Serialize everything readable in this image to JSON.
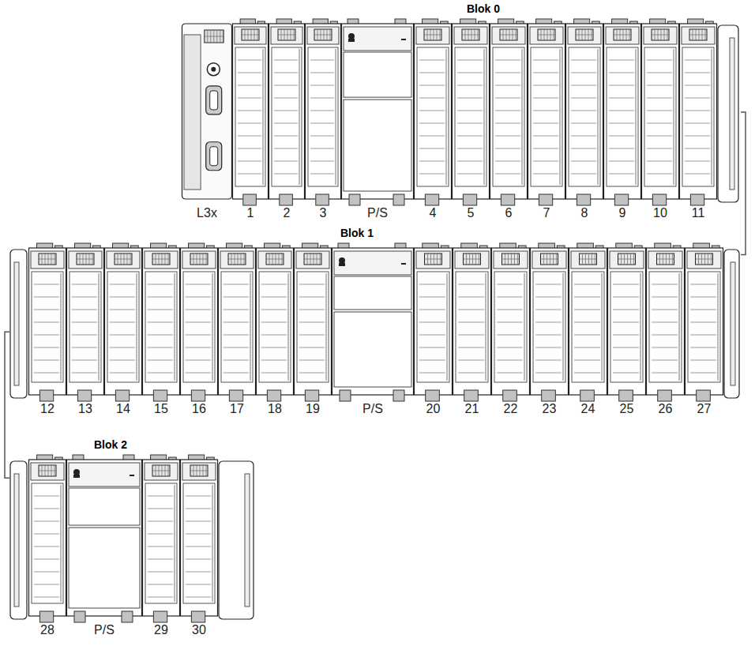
{
  "diagram": {
    "nodes": [
      {
        "text": [
          "Blok 0"
        ]
      },
      {
        "text": [
          "L3x"
        ],
        "in": 0
      },
      {
        "text": [
          "1"
        ],
        "in": 0
      },
      {
        "text": [
          "2"
        ],
        "in": 0
      },
      {
        "text": [
          "3"
        ],
        "in": 0
      },
      {
        "text": [
          "P/S"
        ],
        "in": 0
      },
      {
        "text": [
          "4"
        ],
        "in": 0
      },
      {
        "text": [
          "5"
        ],
        "in": 0
      },
      {
        "text": [
          "6"
        ],
        "in": 0
      },
      {
        "text": [
          "7"
        ],
        "in": 0
      },
      {
        "text": [
          "8"
        ],
        "in": 0
      },
      {
        "text": [
          "9"
        ],
        "in": 0
      },
      {
        "text": [
          "10"
        ],
        "in": 0
      },
      {
        "text": [
          "11"
        ],
        "in": 0
      },
      {
        "text": [
          "Blok 1"
        ]
      },
      {
        "text": [
          "12"
        ],
        "in": 14
      },
      {
        "text": [
          "13"
        ],
        "in": 14
      },
      {
        "text": [
          "14"
        ],
        "in": 14
      },
      {
        "text": [
          "15"
        ],
        "in": 14
      },
      {
        "text": [
          "16"
        ],
        "in": 14
      },
      {
        "text": [
          "17"
        ],
        "in": 14
      },
      {
        "text": [
          "18"
        ],
        "in": 14
      },
      {
        "text": [
          "19"
        ],
        "in": 14
      },
      {
        "text": [
          "P/S"
        ],
        "in": 14
      },
      {
        "text": [
          "20"
        ],
        "in": 14
      },
      {
        "text": [
          "21"
        ],
        "in": 14
      },
      {
        "text": [
          "22"
        ],
        "in": 14
      },
      {
        "text": [
          "23"
        ],
        "in": 14
      },
      {
        "text": [
          "24"
        ],
        "in": 14
      },
      {
        "text": [
          "25"
        ],
        "in": 14
      },
      {
        "text": [
          "26"
        ],
        "in": 14
      },
      {
        "text": [
          "27"
        ],
        "in": 14
      },
      {
        "text": [
          "Blok 2"
        ]
      },
      {
        "text": [
          "28"
        ],
        "in": 32
      },
      {
        "text": [
          "P/S"
        ],
        "in": 32
      },
      {
        "text": [
          "29"
        ],
        "in": 32
      },
      {
        "text": [
          "30"
        ],
        "in": 32
      }
    ],
    "edges": [
      {
        "from": 0,
        "to": 14,
        "arrow": "none"
      },
      {
        "from": 14,
        "to": 32,
        "arrow": "none"
      }
    ]
  }
}
